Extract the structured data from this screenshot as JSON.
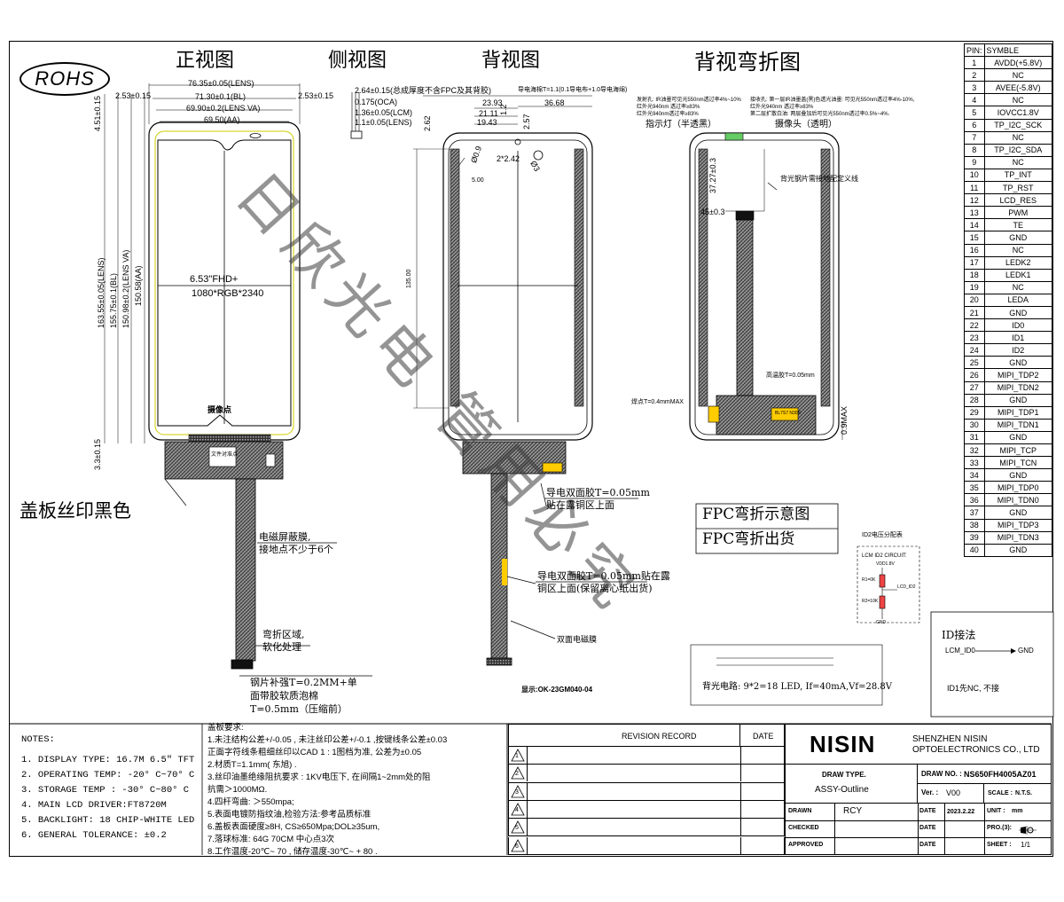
{
  "rohs": "ROHS",
  "views": {
    "front": "正视图",
    "side": "侧视图",
    "back": "背视图",
    "back_fold": "背视弯折图"
  },
  "watermark": "日欣光电 管用必究",
  "front_dims": {
    "lens_w": "76.35±0.05(LENS)",
    "bl_w": "71.30±0.1(BL)",
    "va_w": "69.90±0.2(LENS VA)",
    "aa_w": "69.50(AA)",
    "left_gap": "2.53±0.15",
    "right_gap": "2.53±0.15",
    "top_gap": "4.51±0.15",
    "bottom_gap": "3.3±0.15",
    "lens_h": "163.55±0.05(LENS)",
    "bl_h": "155.75±0.1(BL)",
    "va_h": "150.98±0.2(LENS VA)",
    "aa_h": "150.58(AA)",
    "display_size": "6.53\"FHD+",
    "resolution": "1080*RGB*2340",
    "camera_label": "摄像点",
    "fpc_mark": "文件对准点"
  },
  "side_dims": [
    "2.64±0.15(总成厚度不含FPC及其背胶)",
    "0.175(OCA)",
    "1.36±0.05(LCM)",
    "1.1±0.05(LENS)"
  ],
  "back_dims": {
    "d1": "23.93",
    "d2": "21.11",
    "d3": "19.43",
    "d4": "36.68",
    "d5": "2.62",
    "d6": "2.57",
    "d7": "1.2",
    "d8": "2*2.42",
    "d9": "Ø0.9",
    "d10": "Ø3",
    "d11": "5.00",
    "d12": "135.00",
    "conductive_note": "导电海棉T=1.1(0.1导电布+1.0导电海绵)",
    "fpc_label": "显示:OK-23GM040-04"
  },
  "fold_dims": {
    "d1": "37.27±0.3",
    "d2": "45±0.3",
    "d3": "0.9MAX",
    "ir_note": "发射孔: IR油墨可见光550nm透过率4%~10%",
    "ir_note2": "红外光940nm 透过率≥83%",
    "ir_note3": "红外光940nm透过率≥83%",
    "recv_note": "接收孔: 第一层IR油墨盖(黑)色透光油墨: 可见光550nm透过率4%-10%,",
    "recv_note2": "红外光940nm 透过率≥83%",
    "recv_note3": "第二层扩散白油: 两层叠加后可见光550nm透过率0.5%~4%.",
    "indicator": "指示灯（半透黑）",
    "camera": "摄像头（透明）",
    "backplate": "背光钢片需接地配定义线",
    "hot_glue": "高温胶T=0.05mm",
    "solder": "焊点T=0.4mmMAX",
    "chip": "BL7S7 N30B"
  },
  "callouts": {
    "cover_print": "盖板丝印黑色",
    "emi_film_1": "电磁屏蔽膜,",
    "emi_film_2": "接地点不少于6个",
    "bend_1": "弯折区域,",
    "bend_2": "软化处理",
    "steel_1": "钢片补强T=0.2MM+单",
    "steel_2": "面带胶软质泡棉",
    "steel_3": "T=0.5mm（压缩前）",
    "cond_1": "导电双面胶T=0.05mm",
    "cond_2": "贴在露铜区上面",
    "cond_3": "导电双面胶T=0.05mm贴在露",
    "cond_4": "铜区上面(保留离心纸出货)",
    "double_emi": "双面电磁膜",
    "fpc_fold_1": "FPC弯折示意图",
    "fpc_fold_2": "FPC弯折出货"
  },
  "id2": {
    "title": "ID2电压分配表",
    "circuit": "LCM ID2 CIRCUIT:",
    "vdd": "VDD1.8V",
    "r1": "R1=0K",
    "r2": "R2=10K",
    "out": "LCD_ID2",
    "gnd": "GND"
  },
  "id_box": {
    "title": "ID接法",
    "pin": "LCM_ID0",
    "gnd": "GND",
    "note": "ID1先NC, 不接"
  },
  "backlight": "背光电路: 9*2=18 LED, If=40mA,Vf=28.8V",
  "pin_table": {
    "header": [
      "PIN:",
      "SYMBLE"
    ],
    "rows": [
      [
        "1",
        "AVDD(+5.8V)"
      ],
      [
        "2",
        "NC"
      ],
      [
        "3",
        "AVEE(-5.8V)"
      ],
      [
        "4",
        "NC"
      ],
      [
        "5",
        "IOVCC1.8V"
      ],
      [
        "6",
        "TP_I2C_SCK"
      ],
      [
        "7",
        "NC"
      ],
      [
        "8",
        "TP_I2C_SDA"
      ],
      [
        "9",
        "NC"
      ],
      [
        "10",
        "TP_INT"
      ],
      [
        "11",
        "TP_RST"
      ],
      [
        "12",
        "LCD_RES"
      ],
      [
        "13",
        "PWM"
      ],
      [
        "14",
        "TE"
      ],
      [
        "15",
        "GND"
      ],
      [
        "16",
        "NC"
      ],
      [
        "17",
        "LEDK2"
      ],
      [
        "18",
        "LEDK1"
      ],
      [
        "19",
        "NC"
      ],
      [
        "20",
        "LEDA"
      ],
      [
        "21",
        "GND"
      ],
      [
        "22",
        "ID0"
      ],
      [
        "23",
        "ID1"
      ],
      [
        "24",
        "ID2"
      ],
      [
        "25",
        "GND"
      ],
      [
        "26",
        "MIPI_TDP2"
      ],
      [
        "27",
        "MIPI_TDN2"
      ],
      [
        "28",
        "GND"
      ],
      [
        "29",
        "MIPI_TDP1"
      ],
      [
        "30",
        "MIPI_TDN1"
      ],
      [
        "31",
        "GND"
      ],
      [
        "32",
        "MIPI_TCP"
      ],
      [
        "33",
        "MIPI_TCN"
      ],
      [
        "34",
        "GND"
      ],
      [
        "35",
        "MIPI_TDP0"
      ],
      [
        "36",
        "MIPI_TDN0"
      ],
      [
        "37",
        "GND"
      ],
      [
        "38",
        "MIPI_TDP3"
      ],
      [
        "39",
        "MIPI_TDN3"
      ],
      [
        "40",
        "GND"
      ]
    ]
  },
  "notes": {
    "title": "NOTES:",
    "items": [
      "1. DISPLAY TYPE: 16.7M  6.5\" TFT",
      "2. OPERATING TEMP: -20° C~70° C",
      "3. STORAGE TEMP : -30° C~80° C",
      "4. MAIN LCD DRIVER:FT8720M",
      "5. BACKLIGHT: 18 CHIP-WHITE LED",
      "6. GENERAL TOLERANCE: ±0.2"
    ]
  },
  "cover_req": {
    "title": "盖板要求:",
    "items": [
      "1.未注结构公差+/-0.05 , 未注丝印公差+/-0.1 ,按键线条公差±0.03",
      "正面字符线条粗细丝印以CAD 1 : 1图档为准, 公差为±0.05",
      "2.材质T=1.1mm( 东旭) .",
      "3.丝印油墨绝缘阻抗要求 : 1KV电压下, 在间隔1~2mm处的阻",
      "抗需＞1000MΩ.",
      "4.四杆弯曲: ＞550mpa;",
      "5.表面电镀防指纹油,检验方法:参考品质标准",
      "6.盖板表面硬度≥8H, CS≥650Mpa;DOL≥35um,",
      "7.落球标准: 64G 70CM 中心点3次",
      "8.工作温度-20℃~  70 , 储存温度-30℃~ + 80 ."
    ]
  },
  "revision": {
    "header": "REVISION RECORD",
    "date": "DATE",
    "marks": [
      "1",
      "2",
      "3",
      "4",
      "5",
      "6"
    ]
  },
  "title_block": {
    "logo": "NISIN",
    "company_1": "SHENZHEN NISIN",
    "company_2": "OPTOELECTRONICS CO., LTD",
    "draw_type_label": "DRAW TYPE.",
    "draw_type": "ASSY-Outline",
    "draw_no_label": "DRAW NO. :",
    "draw_no": "NS650FH4005AZ01",
    "ver_label": "Ver. :",
    "ver": "V00",
    "scale_label": "SCALE :",
    "scale": "N.T.S.",
    "drawn_label": "DRAWN",
    "drawn": "RCY",
    "checked_label": "CHECKED",
    "approved_label": "APPROVED",
    "date_label": "DATE",
    "date": "2023.2.22",
    "unit_label": "UNIT :",
    "unit": "mm",
    "pro_label": "PRO.(3):",
    "sheet_label": "SHEET :",
    "sheet": "1/1"
  }
}
